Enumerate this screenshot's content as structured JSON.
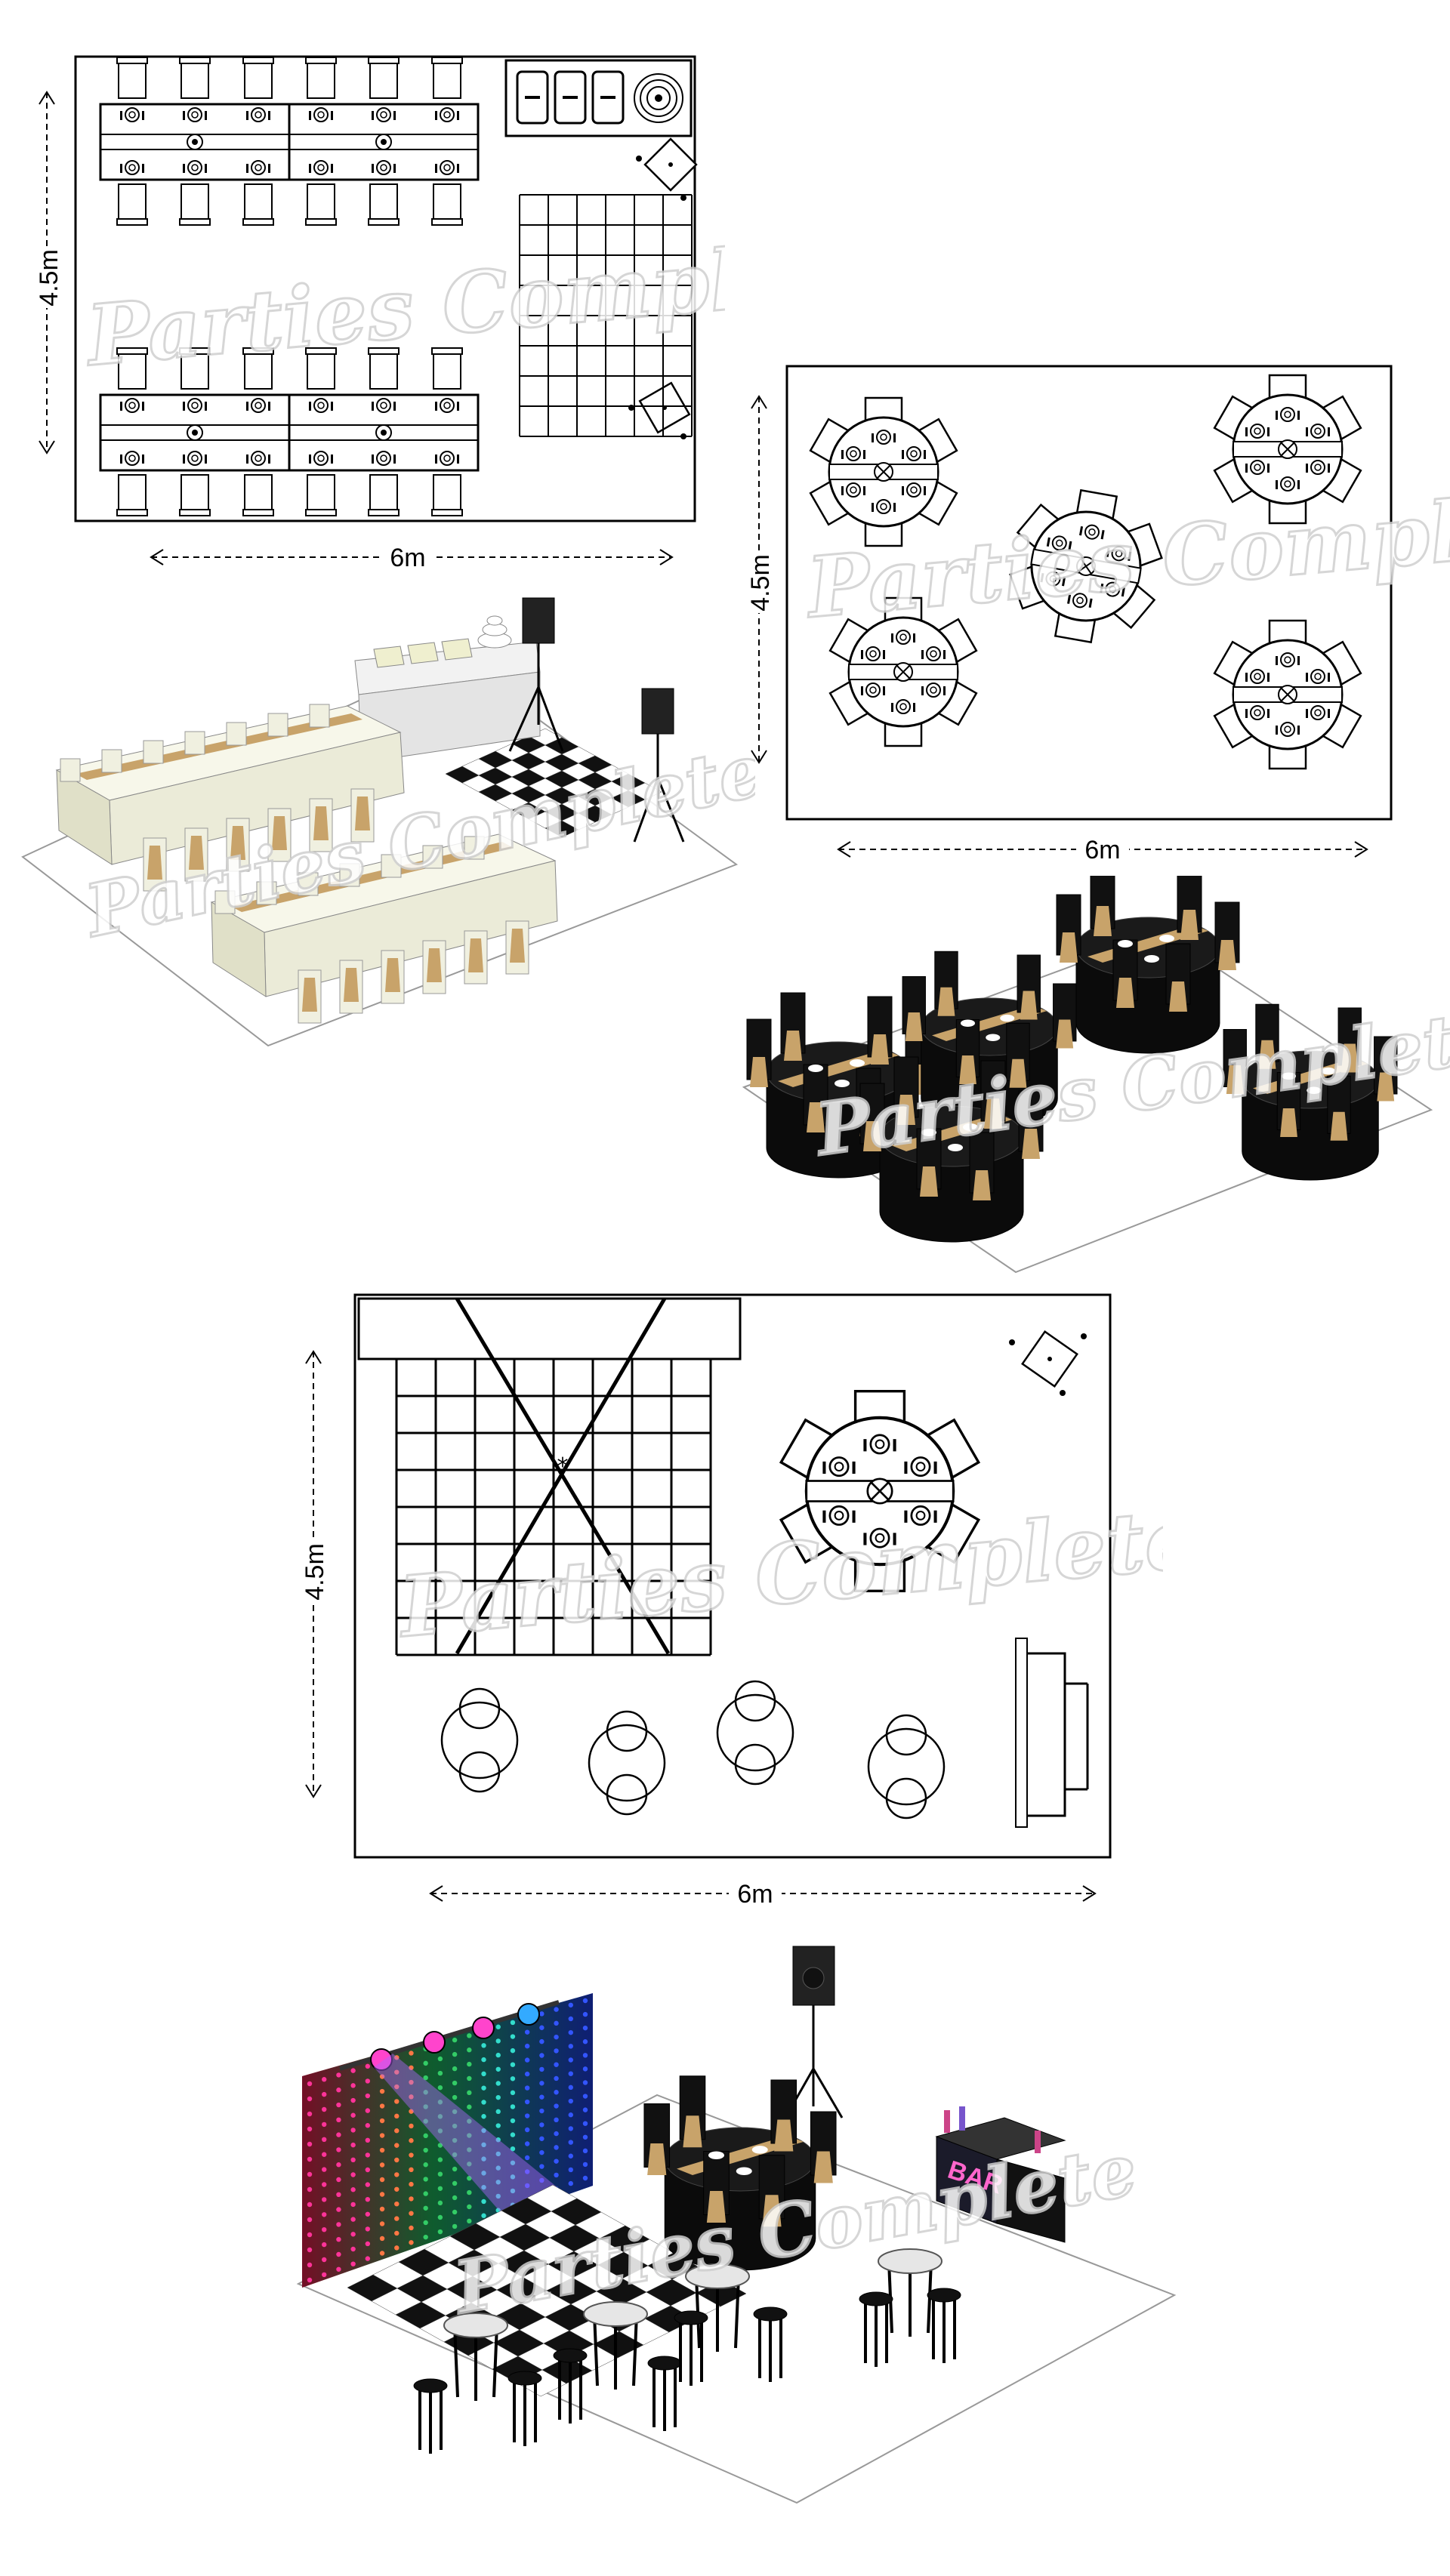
{
  "watermark": "Parties Complete",
  "plans": [
    {
      "id": "plan-long-tables",
      "height_label": "4.5m",
      "width_label": "6m"
    },
    {
      "id": "plan-round-tables",
      "height_label": "4.5m",
      "width_label": "6m"
    },
    {
      "id": "plan-mixed",
      "height_label": "4.5m",
      "width_label": "6m"
    }
  ],
  "renders": [
    {
      "id": "render-long-tables"
    },
    {
      "id": "render-round-tables"
    },
    {
      "id": "render-party",
      "bar_sign": "BAR"
    }
  ],
  "colors": {
    "line": "#000000",
    "linen": "#eeeedd",
    "sash": "#c8a36a",
    "floor_black": "#111111",
    "led_pink": "#ff3399",
    "led_blue": "#3355ff",
    "led_green": "#33cc66",
    "beam": "#b066ff"
  }
}
